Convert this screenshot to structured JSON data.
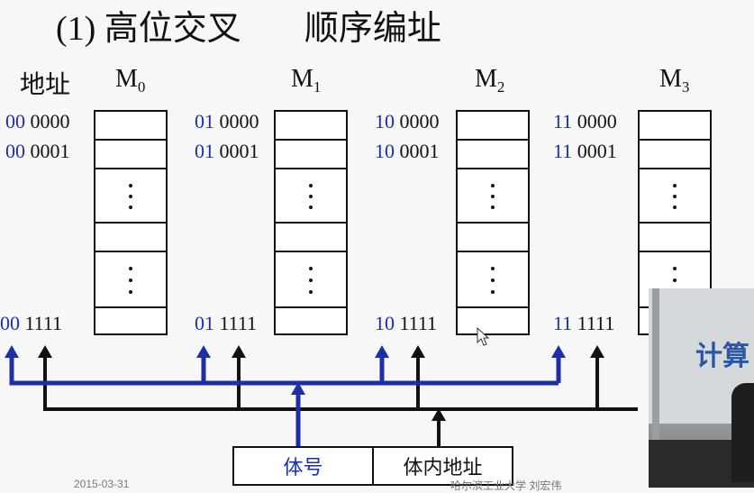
{
  "title": {
    "part1": "(1) 高位交叉",
    "part2": "顺序编址"
  },
  "address_label": "地址",
  "modules": [
    {
      "name": "M",
      "sub": "0",
      "first": {
        "hi": "00",
        "lo": "0000"
      },
      "second": {
        "hi": "00",
        "lo": "0001"
      },
      "last": {
        "hi": "00",
        "lo": "1111"
      }
    },
    {
      "name": "M",
      "sub": "1",
      "first": {
        "hi": "01",
        "lo": "0000"
      },
      "second": {
        "hi": "01",
        "lo": "0001"
      },
      "last": {
        "hi": "01",
        "lo": "1111"
      }
    },
    {
      "name": "M",
      "sub": "2",
      "first": {
        "hi": "10",
        "lo": "0000"
      },
      "second": {
        "hi": "10",
        "lo": "0001"
      },
      "last": {
        "hi": "10",
        "lo": "1111"
      }
    },
    {
      "name": "M",
      "sub": "3",
      "first": {
        "hi": "11",
        "lo": "0000"
      },
      "second": {
        "hi": "11",
        "lo": "0001"
      },
      "last": {
        "hi": "11",
        "lo": "1111"
      }
    }
  ],
  "register": {
    "bank": "体号",
    "offset": "体内地址"
  },
  "footer": {
    "date": "2015-03-31",
    "author": "哈尔滨工业大学  刘宏伟"
  },
  "video": {
    "sign_text": "计算"
  },
  "colors": {
    "blue": "#1d2fa8",
    "black": "#111111"
  }
}
